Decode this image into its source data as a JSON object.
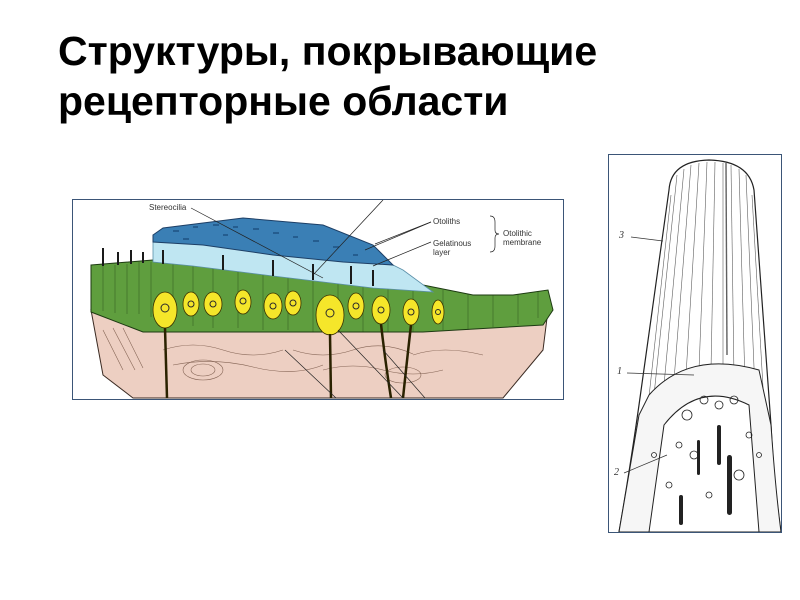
{
  "slide": {
    "title_line1": "Структуры, покрывающие",
    "title_line2": "рецепторные области"
  },
  "figure_left": {
    "description": "Otolithic membrane over sensory epithelium with hair cells",
    "labels": {
      "stereocilia": "Stereocilia",
      "otoliths": "Otoliths",
      "gelatinous_layer_1": "Gelatinous",
      "gelatinous_layer_2": "layer",
      "otolithic_membrane_1": "Otolithic",
      "otolithic_membrane_2": "membrane"
    },
    "colors": {
      "otolith_layer": "#3a7fb5",
      "gelatinous_layer": "#bfe6f2",
      "epithelium": "#5f9e3e",
      "hair_cell": "#f5e62a",
      "connective_tissue": "#edcfc2"
    }
  },
  "figure_right": {
    "description": "Cupula of ampullary crista (line drawing)",
    "labels": {
      "n3": "3",
      "n1": "1",
      "n2": "2"
    }
  }
}
